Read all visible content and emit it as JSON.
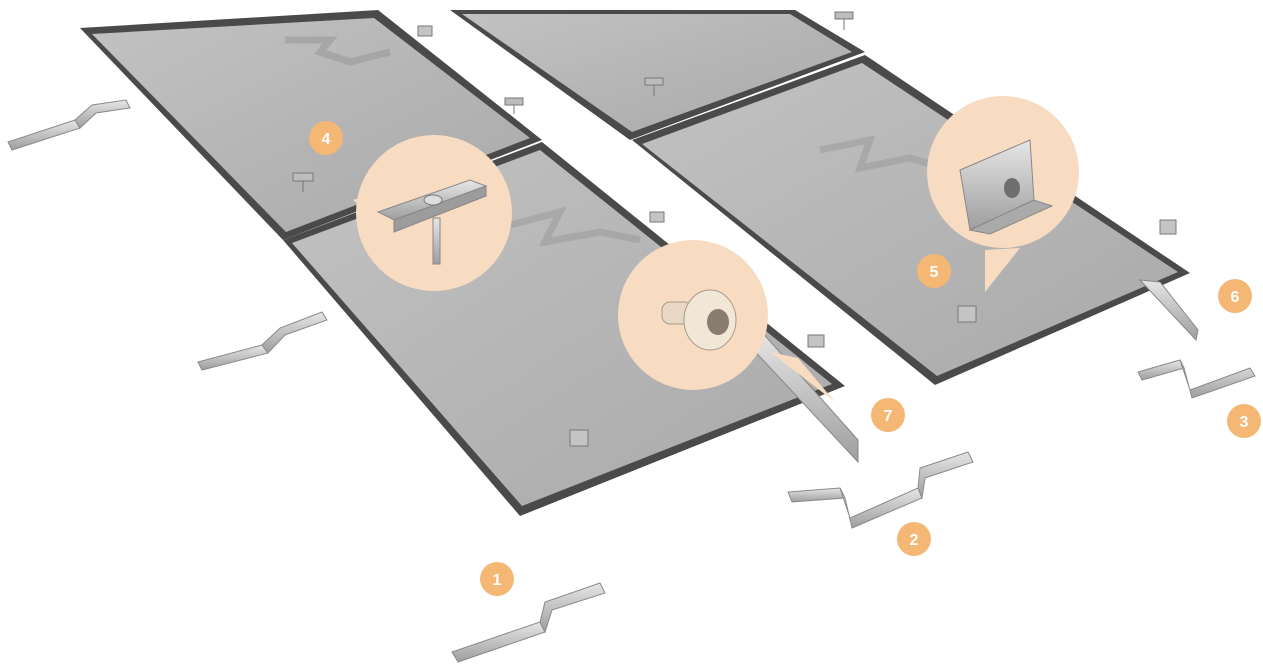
{
  "diagram": {
    "colors": {
      "badge": "#f5b774",
      "callout_bg": "#f8dcc2",
      "panel_glass": "#b3b3b3",
      "panel_frame": "#4a4a4a",
      "metal": "#c9c9c9"
    },
    "components": [
      {
        "id": "1",
        "label": "1",
        "icon": "roof-hook-icon"
      },
      {
        "id": "2",
        "label": "2",
        "icon": "roof-hook-icon"
      },
      {
        "id": "3",
        "label": "3",
        "icon": "roof-hook-icon"
      },
      {
        "id": "4",
        "label": "4",
        "icon": "mid-clamp-icon"
      },
      {
        "id": "5",
        "label": "5",
        "icon": "end-clamp-icon"
      },
      {
        "id": "6",
        "label": "6",
        "icon": "rail-icon"
      },
      {
        "id": "7",
        "label": "7",
        "icon": "end-cap-bolt-icon"
      }
    ]
  }
}
